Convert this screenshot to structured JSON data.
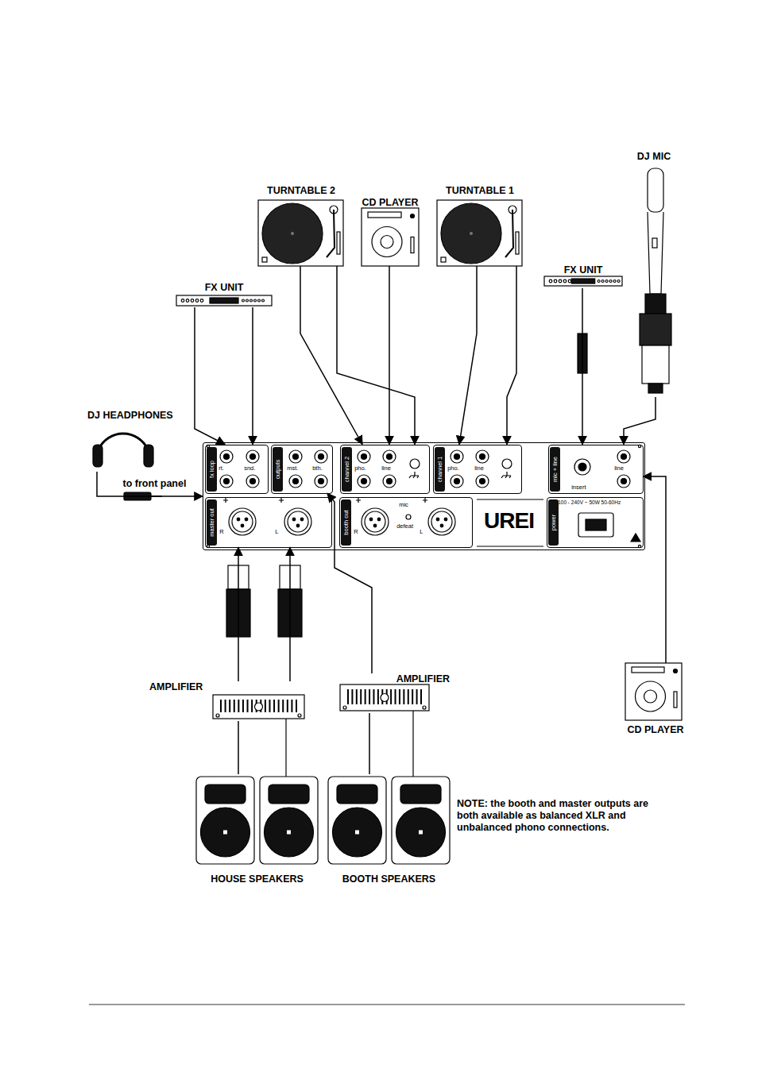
{
  "diagram": {
    "nodes": [
      {
        "text": [
          "TURNTABLE 2"
        ]
      },
      {
        "text": [
          "CD PLAYER"
        ]
      },
      {
        "text": [
          "TURNTABLE 1"
        ]
      },
      {
        "text": [
          "DJ MIC"
        ]
      },
      {
        "text": [
          "FX UNIT"
        ]
      },
      {
        "text": [
          "FX UNIT"
        ]
      },
      {
        "text": [
          "DJ HEADPHONES"
        ]
      },
      {
        "text": [
          "UREI"
        ]
      },
      {
        "text": [
          "fx loop",
          "rt.",
          "snd."
        ],
        "in": 7
      },
      {
        "text": [
          "outputs",
          "mst.",
          "bth."
        ],
        "in": 7
      },
      {
        "text": [
          "channel 2",
          "pho.",
          "line"
        ],
        "in": 7
      },
      {
        "text": [
          "channel 1",
          "pho.",
          "line"
        ],
        "in": 7
      },
      {
        "text": [
          "mic + line",
          "insert",
          "line"
        ],
        "in": 7
      },
      {
        "text": [
          "master out",
          "R",
          "L"
        ],
        "in": 7
      },
      {
        "text": [
          "booth out",
          "R",
          "mic",
          "defeat",
          "L"
        ],
        "in": 7
      },
      {
        "text": [
          "power",
          "100 - 240V ~ 50W 50-60Hz"
        ],
        "in": 7
      },
      {
        "text": [
          "AMPLIFIER"
        ]
      },
      {
        "text": [
          "AMPLIFIER"
        ]
      },
      {
        "text": [
          "HOUSE SPEAKERS"
        ]
      },
      {
        "text": [
          "BOOTH SPEAKERS"
        ]
      },
      {
        "text": [
          "CD PLAYER"
        ]
      }
    ],
    "edges": [
      {
        "from": 4,
        "to": 8,
        "arrow": "to"
      },
      {
        "from": 4,
        "to": 8,
        "arrow": "to"
      },
      {
        "from": 0,
        "to": 10,
        "arrow": "to"
      },
      {
        "from": 0,
        "to": 10,
        "arrow": "to"
      },
      {
        "from": 1,
        "to": 10,
        "arrow": "to"
      },
      {
        "from": 2,
        "to": 11,
        "arrow": "to"
      },
      {
        "from": 2,
        "to": 11,
        "arrow": "to"
      },
      {
        "from": 5,
        "to": 12,
        "arrow": "to"
      },
      {
        "from": 3,
        "to": 12,
        "arrow": "to"
      },
      {
        "from": 20,
        "to": 12,
        "arrow": "to"
      },
      {
        "from": 6,
        "to": 7,
        "label": "to front panel",
        "arrow": "to"
      },
      {
        "from": 16,
        "to": 13,
        "arrow": "to"
      },
      {
        "from": 16,
        "to": 13,
        "arrow": "to"
      },
      {
        "from": 17,
        "to": 9,
        "arrow": "to"
      },
      {
        "from": 16,
        "to": 18,
        "arrow": "none"
      },
      {
        "from": 17,
        "to": 19,
        "arrow": "none"
      }
    ],
    "labels": [
      "NOTE: the booth and master outputs are both available as balanced XLR and unbalanced phono connections."
    ]
  }
}
